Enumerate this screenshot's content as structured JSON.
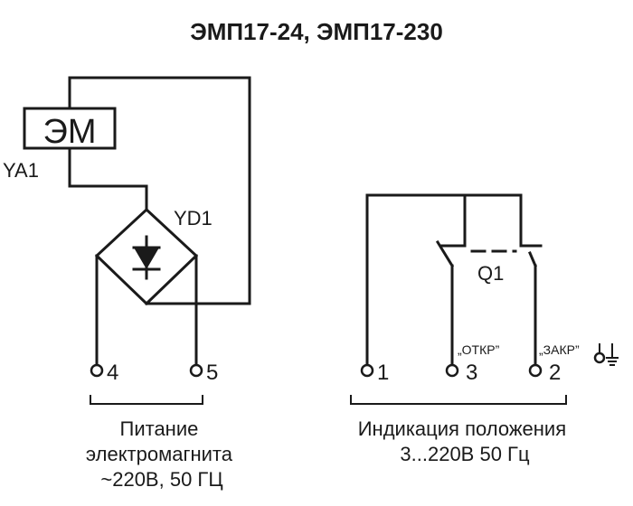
{
  "title": "ЭМП17-24, ЭМП17-230",
  "coil": {
    "label": "ЭМ",
    "designator": "YA1"
  },
  "rectifier": {
    "designator": "YD1"
  },
  "switch": {
    "designator": "Q1"
  },
  "terminals": {
    "t4": "4",
    "t5": "5",
    "t1": "1",
    "t3": "3",
    "t2": "2"
  },
  "contact_labels": {
    "open": "„ОТКР”",
    "closed": "„ЗАКР”"
  },
  "captions": {
    "power": [
      "Питание",
      "электромагнита",
      "~220В, 50 ГЦ"
    ],
    "indication": [
      "Индикация положения",
      "3...220В 50 Гц"
    ]
  },
  "ground_icon": "ground-icon"
}
